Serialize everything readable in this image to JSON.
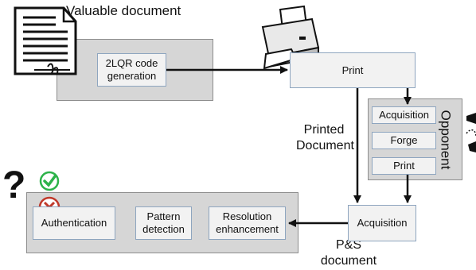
{
  "diagram": {
    "valuable_document_label": "Valuable document",
    "generation_box": "2LQR code generation",
    "print_box": "Print",
    "printed_document_label": "Printed Document",
    "opponent": {
      "label": "Opponent",
      "steps": [
        "Acquisition",
        "Forge",
        "Print"
      ]
    },
    "acquisition_box": "Acquisition",
    "ps_document_label": "P&S document",
    "verification": {
      "authentication": "Authentication",
      "pattern_detection": "Pattern detection",
      "resolution_enhancement": "Resolution enhancement"
    },
    "question_mark": "?",
    "colors": {
      "panel": "#d6d6d6",
      "box": "#f2f2f2",
      "box_border": "#8ea5bf",
      "check": "#2db34a",
      "cross": "#c0392b"
    },
    "icons": [
      "document-icon",
      "printer-icon",
      "check-icon",
      "cross-icon",
      "spy-icon"
    ]
  }
}
